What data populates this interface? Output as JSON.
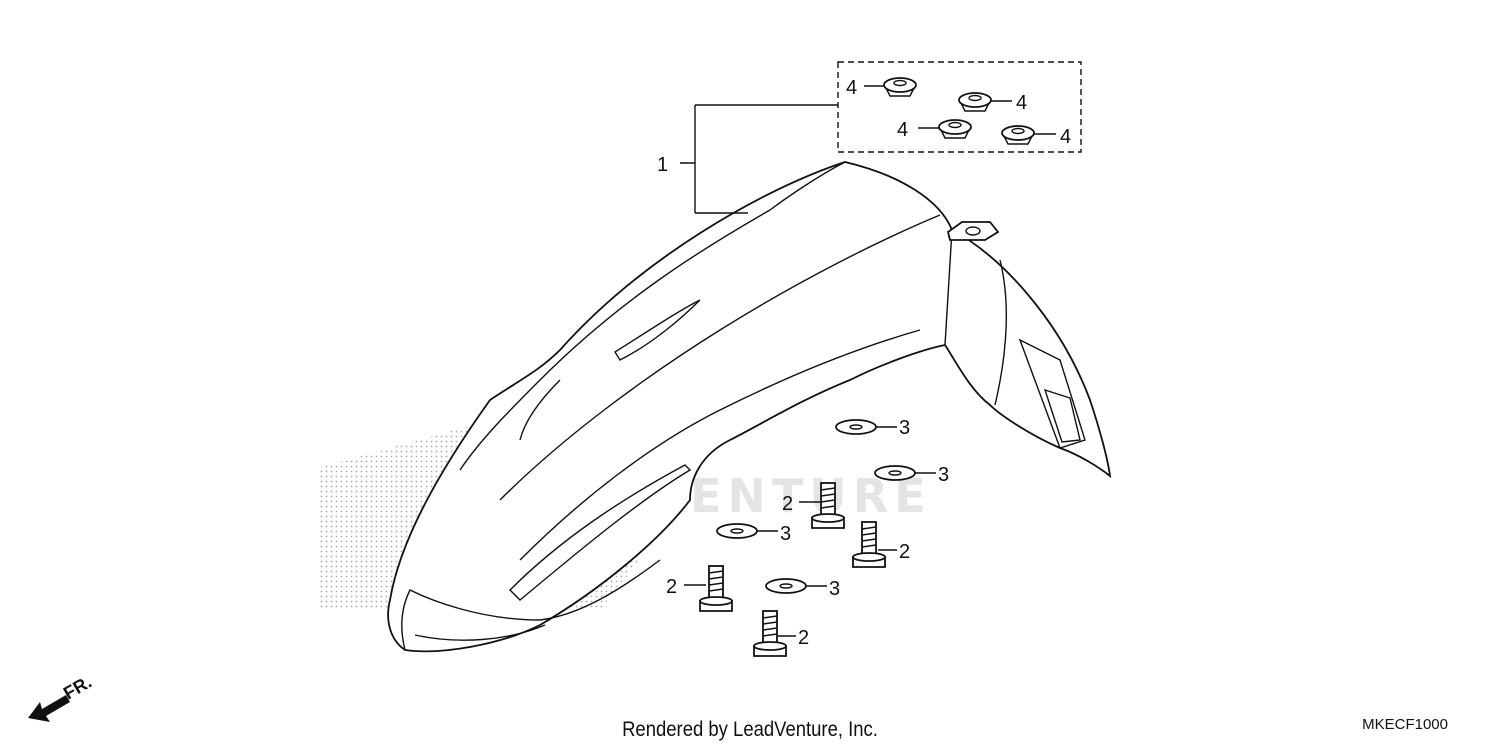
{
  "callouts": {
    "c1": "1",
    "c2": "2",
    "c3": "3",
    "c4": "4"
  },
  "watermark": "LEADVENTURE",
  "direction_label": "FR.",
  "footer": {
    "credit": "Rendered by LeadVenture, Inc.",
    "diagram_code": "MKECF1000"
  }
}
